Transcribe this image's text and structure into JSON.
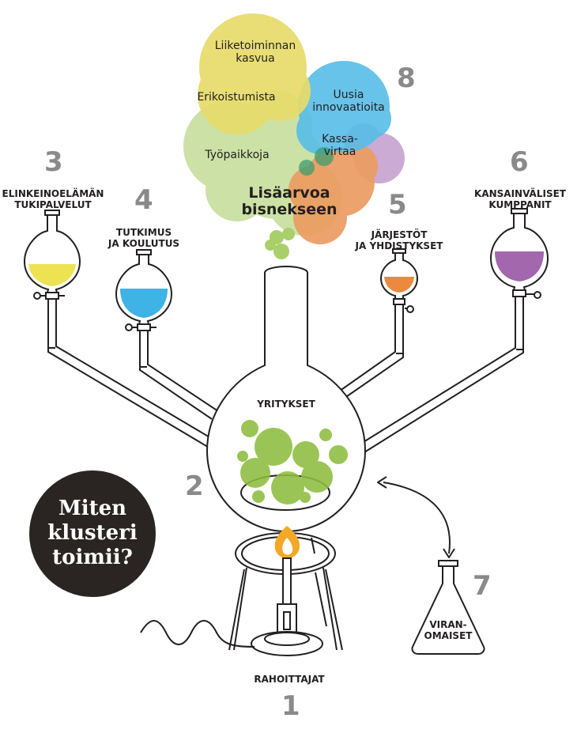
{
  "badge": {
    "title": "Miten\nklusteri\ntoimii?"
  },
  "cloud": {
    "main": "Lisäarvoa\nbisnekseen",
    "items": [
      "Liiketoiminnan\nkasvua",
      "Erikoistumista",
      "Työpaikkoja",
      "Uusia\ninnovaatioita",
      "Kassa-\nvirtaa"
    ],
    "number": "8"
  },
  "actors": [
    {
      "number": "1",
      "label": "RAHOITTAJAT"
    },
    {
      "number": "2",
      "label": "YRITYKSET"
    },
    {
      "number": "3",
      "label": "ELINKEINOELÄMÄN\nTUKIPALVELUT"
    },
    {
      "number": "4",
      "label": "TUTKIMUS\nJA KOULUTUS"
    },
    {
      "number": "5",
      "label": "JÄRJESTÖT\nJA YHDISTYKSET"
    },
    {
      "number": "6",
      "label": "KANSAINVÄLISET\nKUMPPANIT"
    },
    {
      "number": "7",
      "label": "VIRAN-\nOMAISET"
    }
  ],
  "colors": {
    "yellow": "#ede352",
    "blue": "#3fb2e6",
    "orange": "#eb8a3e",
    "purple": "#a367ad",
    "green": "#8dbe3f",
    "outline": "#231f20",
    "number_gray": "#8a8a8a"
  }
}
